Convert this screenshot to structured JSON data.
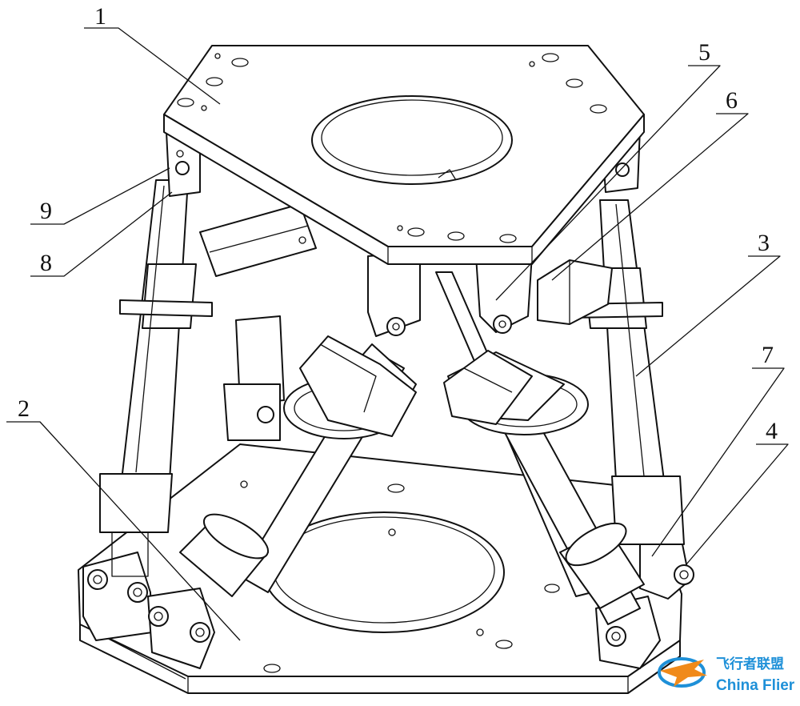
{
  "callouts": [
    "1",
    "2",
    "3",
    "4",
    "5",
    "6",
    "7",
    "8",
    "9"
  ],
  "watermark": {
    "text_cn": "飞行者联盟",
    "text_en": "China Flier",
    "color": "#1e90d8"
  }
}
